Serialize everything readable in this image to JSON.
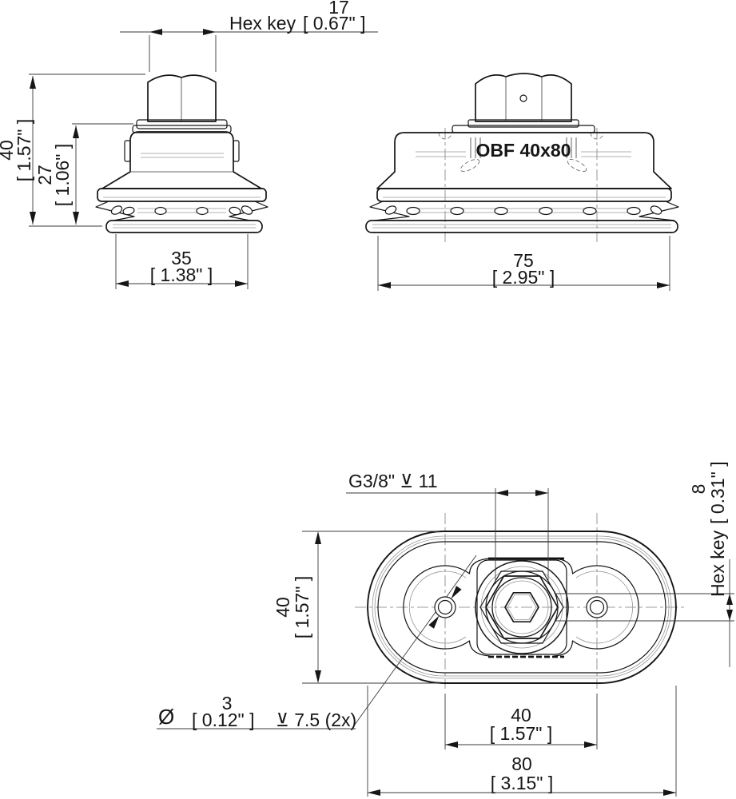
{
  "part_label": "OBF 40x80",
  "side_view": {
    "dim_hex_width": {
      "label": "Hex key",
      "mm": "17",
      "inch": "[ 0.67\" ]"
    },
    "dim_height": {
      "mm": "40",
      "inch": "[ 1.57\" ]"
    },
    "dim_body_height": {
      "mm": "27",
      "inch": "[ 1.06\" ]"
    },
    "dim_width": {
      "mm": "35",
      "inch": "[ 1.38\" ]"
    }
  },
  "front_view": {
    "dim_width": {
      "mm": "75",
      "inch": "[ 2.95\" ]"
    }
  },
  "bottom_view": {
    "thread_callout": "G3/8\" ⊻ 11",
    "dim_hex_socket": {
      "label": "Hex key",
      "mm": "8",
      "inch": "[ 0.31\" ]"
    },
    "dim_height": {
      "mm": "40",
      "inch": "[ 1.57\" ]"
    },
    "dim_hole_spacing": {
      "mm": "40",
      "inch": "[ 1.57\" ]"
    },
    "dim_overall_width": {
      "mm": "80",
      "inch": "[ 3.15\" ]"
    },
    "hole_callout": {
      "symbol": "Ø",
      "mm": "3",
      "inch": "[ 0.12\" ]",
      "depth": "⊻ 7.5 (2x)"
    }
  }
}
